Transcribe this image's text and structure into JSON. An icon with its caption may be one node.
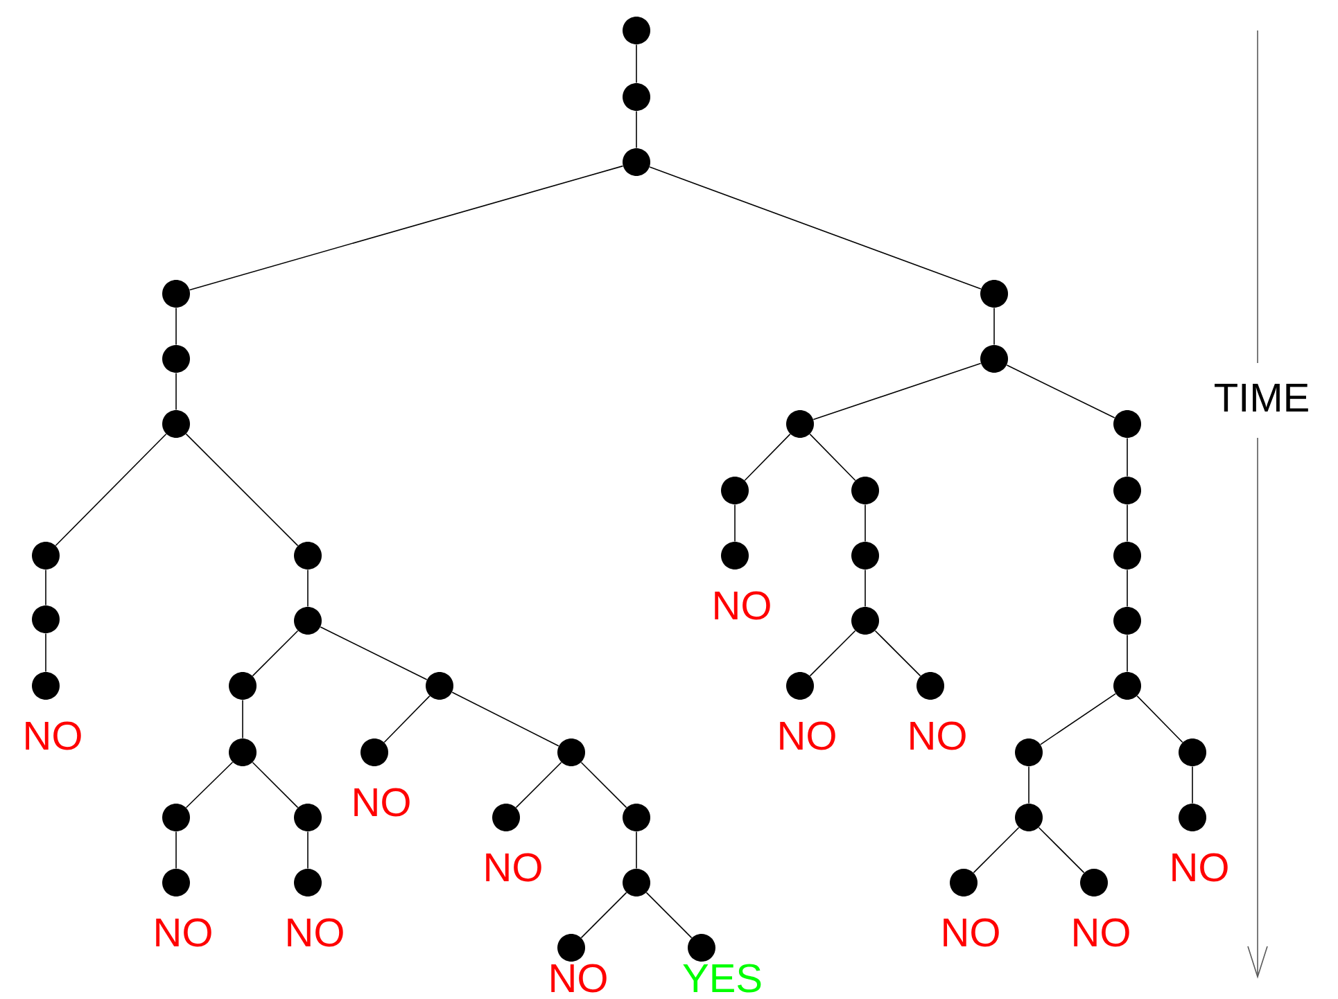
{
  "diagram": {
    "nodes": [
      {
        "text": [],
        "shape": "circle"
      },
      {
        "text": [],
        "shape": "circle"
      },
      {
        "text": [],
        "shape": "circle"
      },
      {
        "text": [],
        "shape": "circle"
      },
      {
        "text": [],
        "shape": "circle"
      },
      {
        "text": [],
        "shape": "circle"
      },
      {
        "text": [],
        "shape": "circle"
      },
      {
        "text": [],
        "shape": "circle"
      },
      {
        "text": [],
        "shape": "circle",
        "beside": [
          "NO"
        ]
      },
      {
        "text": [],
        "shape": "circle"
      },
      {
        "text": [],
        "shape": "circle"
      },
      {
        "text": [],
        "shape": "circle"
      },
      {
        "text": [],
        "shape": "circle"
      },
      {
        "text": [],
        "shape": "circle"
      },
      {
        "text": [],
        "shape": "circle",
        "beside": [
          "NO"
        ]
      },
      {
        "text": [],
        "shape": "circle"
      },
      {
        "text": [],
        "shape": "circle",
        "beside": [
          "NO"
        ]
      },
      {
        "text": [],
        "shape": "circle"
      },
      {
        "text": [],
        "shape": "circle",
        "beside": [
          "NO"
        ]
      },
      {
        "text": [],
        "shape": "circle"
      },
      {
        "text": [],
        "shape": "circle",
        "beside": [
          "NO"
        ]
      },
      {
        "text": [],
        "shape": "circle"
      },
      {
        "text": [],
        "shape": "circle"
      },
      {
        "text": [],
        "shape": "circle",
        "beside": [
          "NO"
        ]
      },
      {
        "text": [],
        "shape": "circle",
        "beside": [
          "YES"
        ]
      },
      {
        "text": [],
        "shape": "circle"
      },
      {
        "text": [],
        "shape": "circle"
      },
      {
        "text": [],
        "shape": "circle"
      },
      {
        "text": [],
        "shape": "circle"
      },
      {
        "text": [],
        "shape": "circle",
        "beside": [
          "NO"
        ]
      },
      {
        "text": [],
        "shape": "circle"
      },
      {
        "text": [],
        "shape": "circle"
      },
      {
        "text": [],
        "shape": "circle"
      },
      {
        "text": [],
        "shape": "circle",
        "beside": [
          "NO"
        ]
      },
      {
        "text": [],
        "shape": "circle",
        "beside": [
          "NO"
        ]
      },
      {
        "text": [],
        "shape": "circle"
      },
      {
        "text": [],
        "shape": "circle"
      },
      {
        "text": [],
        "shape": "circle"
      },
      {
        "text": [],
        "shape": "circle"
      },
      {
        "text": [],
        "shape": "circle"
      },
      {
        "text": [],
        "shape": "circle"
      },
      {
        "text": [],
        "shape": "circle"
      },
      {
        "text": [],
        "shape": "circle",
        "beside": [
          "NO"
        ]
      },
      {
        "text": [],
        "shape": "circle",
        "beside": [
          "NO"
        ]
      },
      {
        "text": [],
        "shape": "circle"
      },
      {
        "text": [],
        "shape": "circle",
        "beside": [
          "NO"
        ]
      }
    ],
    "edges": [
      {
        "from": 0,
        "to": 1,
        "arrow": "none"
      },
      {
        "from": 1,
        "to": 2,
        "arrow": "none"
      },
      {
        "from": 2,
        "to": 3,
        "arrow": "none"
      },
      {
        "from": 3,
        "to": 4,
        "arrow": "none"
      },
      {
        "from": 4,
        "to": 5,
        "arrow": "none"
      },
      {
        "from": 5,
        "to": 6,
        "arrow": "none"
      },
      {
        "from": 6,
        "to": 7,
        "arrow": "none"
      },
      {
        "from": 7,
        "to": 8,
        "arrow": "none"
      },
      {
        "from": 5,
        "to": 9,
        "arrow": "none"
      },
      {
        "from": 9,
        "to": 10,
        "arrow": "none"
      },
      {
        "from": 10,
        "to": 11,
        "arrow": "none"
      },
      {
        "from": 11,
        "to": 12,
        "arrow": "none"
      },
      {
        "from": 12,
        "to": 13,
        "arrow": "none"
      },
      {
        "from": 13,
        "to": 14,
        "arrow": "none"
      },
      {
        "from": 12,
        "to": 15,
        "arrow": "none"
      },
      {
        "from": 15,
        "to": 16,
        "arrow": "none"
      },
      {
        "from": 10,
        "to": 17,
        "arrow": "none"
      },
      {
        "from": 17,
        "to": 18,
        "arrow": "none"
      },
      {
        "from": 17,
        "to": 19,
        "arrow": "none"
      },
      {
        "from": 19,
        "to": 20,
        "arrow": "none"
      },
      {
        "from": 19,
        "to": 21,
        "arrow": "none"
      },
      {
        "from": 21,
        "to": 22,
        "arrow": "none"
      },
      {
        "from": 22,
        "to": 23,
        "arrow": "none"
      },
      {
        "from": 22,
        "to": 24,
        "arrow": "none"
      },
      {
        "from": 2,
        "to": 25,
        "arrow": "none"
      },
      {
        "from": 25,
        "to": 26,
        "arrow": "none"
      },
      {
        "from": 26,
        "to": 27,
        "arrow": "none"
      },
      {
        "from": 27,
        "to": 28,
        "arrow": "none"
      },
      {
        "from": 28,
        "to": 29,
        "arrow": "none"
      },
      {
        "from": 27,
        "to": 30,
        "arrow": "none"
      },
      {
        "from": 30,
        "to": 31,
        "arrow": "none"
      },
      {
        "from": 31,
        "to": 32,
        "arrow": "none"
      },
      {
        "from": 32,
        "to": 33,
        "arrow": "none"
      },
      {
        "from": 32,
        "to": 34,
        "arrow": "none"
      },
      {
        "from": 26,
        "to": 35,
        "arrow": "none"
      },
      {
        "from": 35,
        "to": 36,
        "arrow": "none"
      },
      {
        "from": 36,
        "to": 37,
        "arrow": "none"
      },
      {
        "from": 37,
        "to": 38,
        "arrow": "none"
      },
      {
        "from": 38,
        "to": 39,
        "arrow": "none"
      },
      {
        "from": 39,
        "to": 40,
        "arrow": "none"
      },
      {
        "from": 40,
        "to": 41,
        "arrow": "none"
      },
      {
        "from": 41,
        "to": 42,
        "arrow": "none"
      },
      {
        "from": 41,
        "to": 43,
        "arrow": "none"
      },
      {
        "from": 39,
        "to": 44,
        "arrow": "none"
      },
      {
        "from": 44,
        "to": 45,
        "arrow": "none"
      }
    ],
    "labels": [
      "TIME"
    ]
  }
}
